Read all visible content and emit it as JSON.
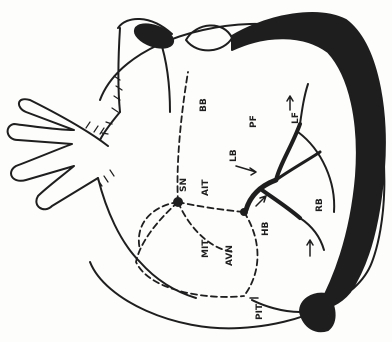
{
  "diagram": {
    "labels": {
      "bb": "BB",
      "sn": "SN",
      "ait": "AIT",
      "mit": "MIT",
      "avn": "AVN",
      "hb": "HB",
      "lb": "LB",
      "pf": "PF",
      "rb": "RB",
      "lf": "LF",
      "pit": "PIT"
    }
  }
}
